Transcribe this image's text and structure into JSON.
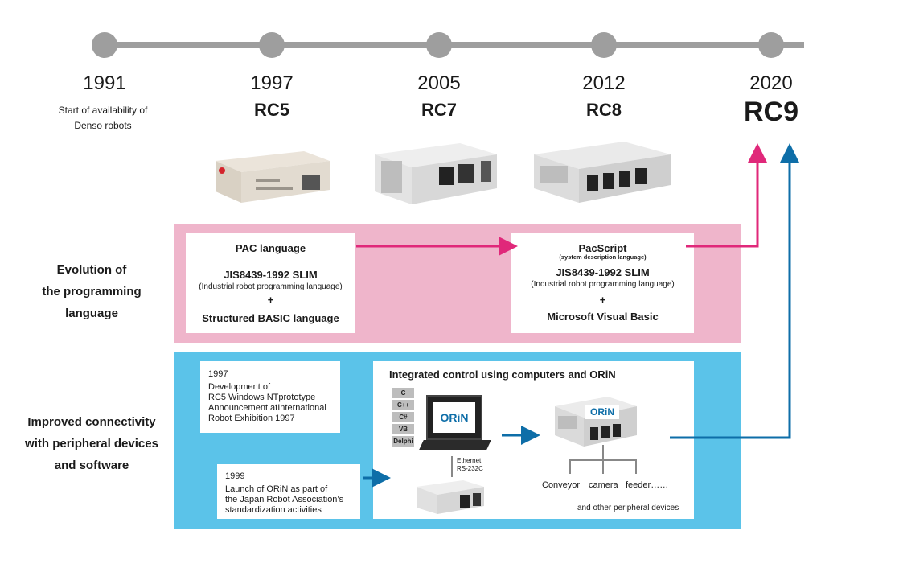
{
  "timeline": {
    "milestones": [
      {
        "year": "1991",
        "note": [
          "Start of availability of",
          "Denso robots"
        ]
      },
      {
        "year": "1997",
        "model": "RC5"
      },
      {
        "year": "2005",
        "model": "RC7"
      },
      {
        "year": "2012",
        "model": "RC8"
      },
      {
        "year": "2020",
        "model": "RC9"
      }
    ]
  },
  "programming": {
    "label": [
      "Evolution of",
      "the programming",
      "language"
    ],
    "left_box": {
      "title": "PAC language",
      "line1": "JIS8439-1992 SLIM",
      "line2": "(Industrial robot programming language)",
      "plus": "+",
      "line3": "Structured BASIC language"
    },
    "right_box": {
      "title": "PacScript",
      "subtitle": "(system description language)",
      "line1": "JIS8439-1992 SLIM",
      "line2": "(Industrial robot programming language)",
      "plus": "+",
      "line3": "Microsoft Visual Basic"
    }
  },
  "connectivity": {
    "label": [
      "Improved connectivity",
      "with peripheral devices",
      "and software"
    ],
    "note_1997": [
      "1997",
      "Development of",
      "RC5 Windows NTprototype",
      "Announcement atInternational",
      "Robot Exhibition 1997"
    ],
    "note_1999": [
      "1999",
      "Launch of ORiN as part of",
      "the Japan Robot Association’s",
      "standardization activities"
    ],
    "integrated": {
      "title": "Integrated control using computers and ORiN",
      "languages": [
        "C",
        "C++",
        "C#",
        "VB",
        "Delphi"
      ],
      "pc_logo": "ORiN",
      "controller_logo": "ORiN",
      "link": [
        "Ethernet",
        "RS-232C"
      ],
      "peripherals": [
        "Conveyor",
        "camera",
        "feeder……"
      ],
      "footer": "and other peripheral devices"
    }
  },
  "colors": {
    "pink": "#e0287a",
    "blue": "#0e6ea8",
    "timeline": "#9e9e9e",
    "pink_band": "#efb5cb",
    "blue_band": "#5bc3e9"
  }
}
